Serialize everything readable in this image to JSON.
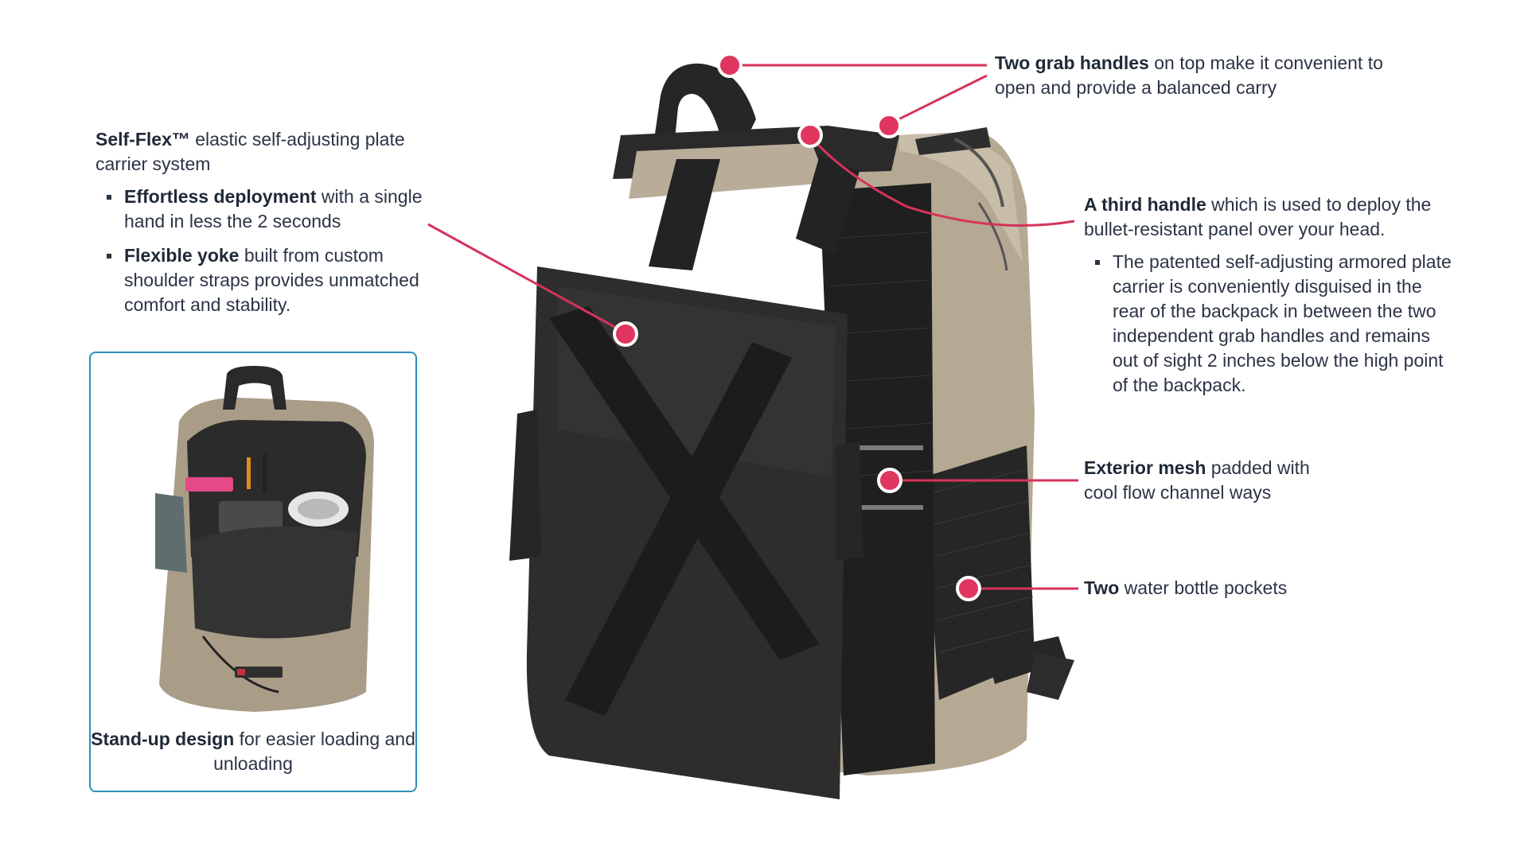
{
  "callouts": {
    "self_flex": {
      "lead_bold": "Self-Flex™",
      "lead_text": " elastic self-adjusting plate carrier system",
      "bullets": [
        {
          "bold": "Effortless deployment",
          "text": " with a single hand in less the 2 seconds"
        },
        {
          "bold": "Flexible yoke",
          "text": " built from custom shoulder straps provides unmatched comfort and stability."
        }
      ]
    },
    "grab_handles": {
      "bold": "Two grab handles",
      "text": " on top make it convenient to open and provide a balanced carry"
    },
    "third_handle": {
      "bold": "A third handle",
      "text": " which is used to deploy the bullet-resistant panel over your head.",
      "bullets": [
        {
          "text": "The patented self-adjusting armored plate carrier is conveniently disguised in the rear of the backpack in between the two independent grab handles and remains out of sight 2 inches below the high point of the backpack."
        }
      ]
    },
    "mesh": {
      "bold": "Exterior mesh",
      "text": " padded with cool flow channel ways"
    },
    "bottle": {
      "bold": "Two",
      "text": " water bottle pockets"
    },
    "standup": {
      "bold": "Stand-up design",
      "text": " for easier loading and unloading"
    }
  },
  "colors": {
    "callout_dot": "#e0355f",
    "callout_line": "#d6335a",
    "inset_border": "#2e8fb8",
    "bag_tan": "#b9ad9a",
    "bag_black": "#2a2a2a"
  }
}
